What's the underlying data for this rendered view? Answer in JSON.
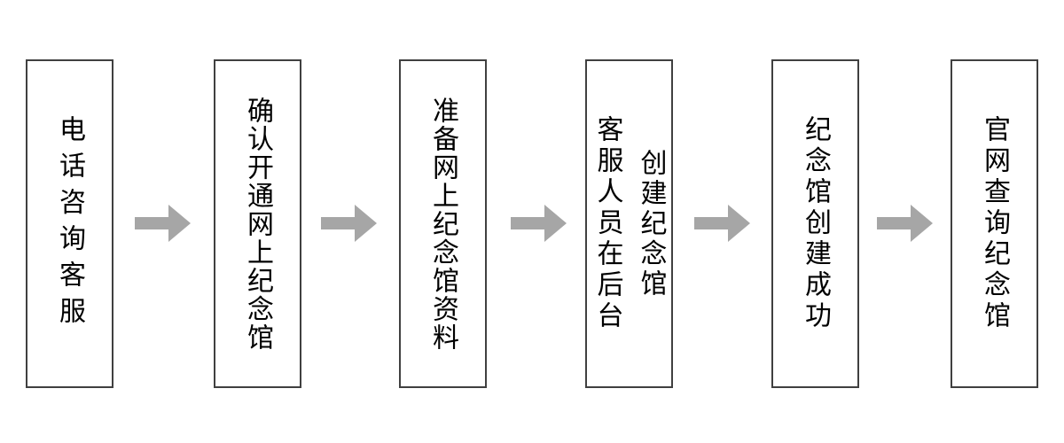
{
  "colors": {
    "background": "#ffffff",
    "box_border": "#404040",
    "text": "#000000",
    "arrow": "#a6a6a6"
  },
  "flow": {
    "direction": "left-to-right",
    "connector": "right-block-arrow",
    "steps": [
      {
        "lines": [
          "电话咨询客服"
        ]
      },
      {
        "lines": [
          "确认开通网上纪念馆"
        ]
      },
      {
        "lines": [
          "准备网上纪念馆资料"
        ]
      },
      {
        "lines": [
          "客服人员在后台",
          "创建纪念馆"
        ]
      },
      {
        "lines": [
          "纪念馆创建成功"
        ]
      },
      {
        "lines": [
          "官网查询纪念馆"
        ]
      }
    ]
  }
}
